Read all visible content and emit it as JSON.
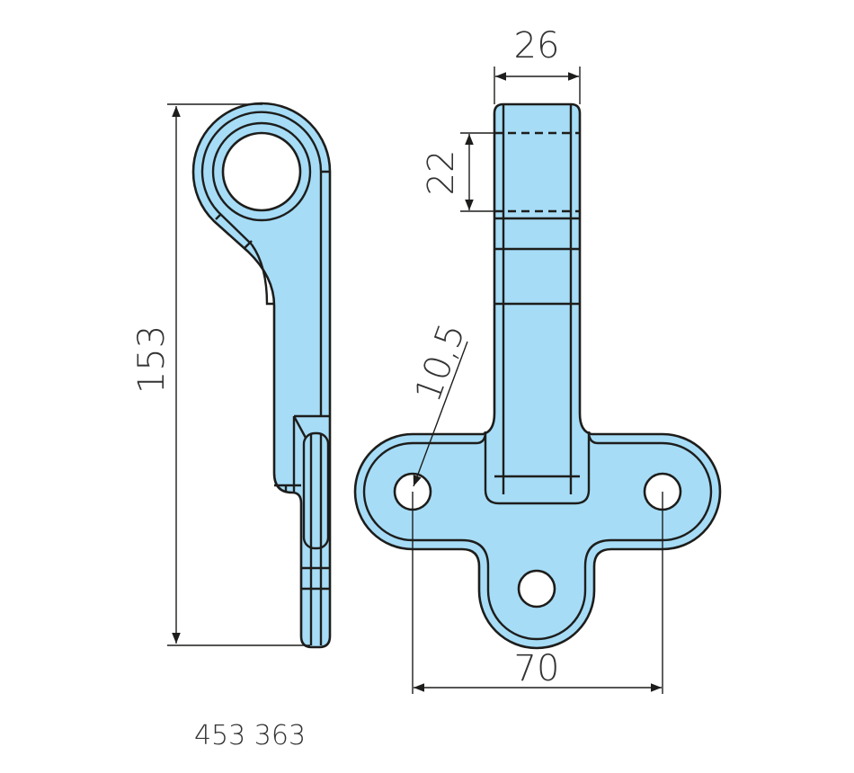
{
  "drawing": {
    "part_number": "453 363",
    "dimensions": {
      "height": "153",
      "stem_width": "26",
      "slot_length": "22",
      "hole_spacing": "70",
      "hole_diameter": "10,5"
    },
    "colors": {
      "part_fill": "#a6dcf6",
      "outline": "#1d1d1b"
    }
  }
}
